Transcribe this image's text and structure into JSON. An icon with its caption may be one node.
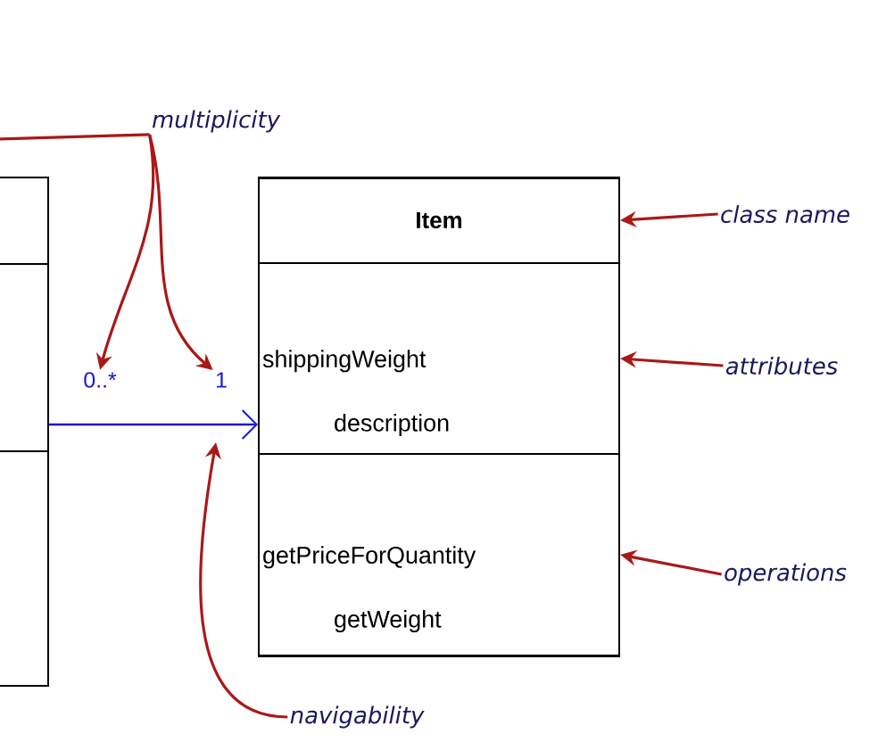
{
  "diagram": {
    "nodes": [
      {
        "text": [],
        "shape": "box"
      },
      {
        "text": [],
        "shape": "box"
      },
      {
        "text": [
          "Item"
        ],
        "in": 1
      },
      {
        "text": [
          "shippingWeight description"
        ],
        "in": 1
      },
      {
        "text": [
          "getPriceForQuantity getWeight"
        ],
        "in": 1
      },
      {
        "text": [
          "multiplicity"
        ]
      },
      {
        "text": [
          "class name"
        ]
      },
      {
        "text": [
          "attributes"
        ]
      },
      {
        "text": [
          "operations"
        ]
      },
      {
        "text": [
          "navigability"
        ]
      },
      {
        "text": [
          "0..*"
        ]
      },
      {
        "text": [
          "1"
        ]
      }
    ],
    "edges": [
      {
        "from": 0,
        "to": 1,
        "arrow": "to",
        "color": "#1a1acc"
      },
      {
        "from": 5,
        "to": 10,
        "arrow": "to"
      },
      {
        "from": 5,
        "to": 11,
        "arrow": "to"
      },
      {
        "from": 5,
        "to": null,
        "arrow": "none"
      },
      {
        "from": 6,
        "to": 2,
        "arrow": "to"
      },
      {
        "from": 7,
        "to": 3,
        "arrow": "to"
      },
      {
        "from": 8,
        "to": 4,
        "arrow": "to"
      },
      {
        "from": 9,
        "to": null,
        "arrow": "to"
      }
    ]
  }
}
